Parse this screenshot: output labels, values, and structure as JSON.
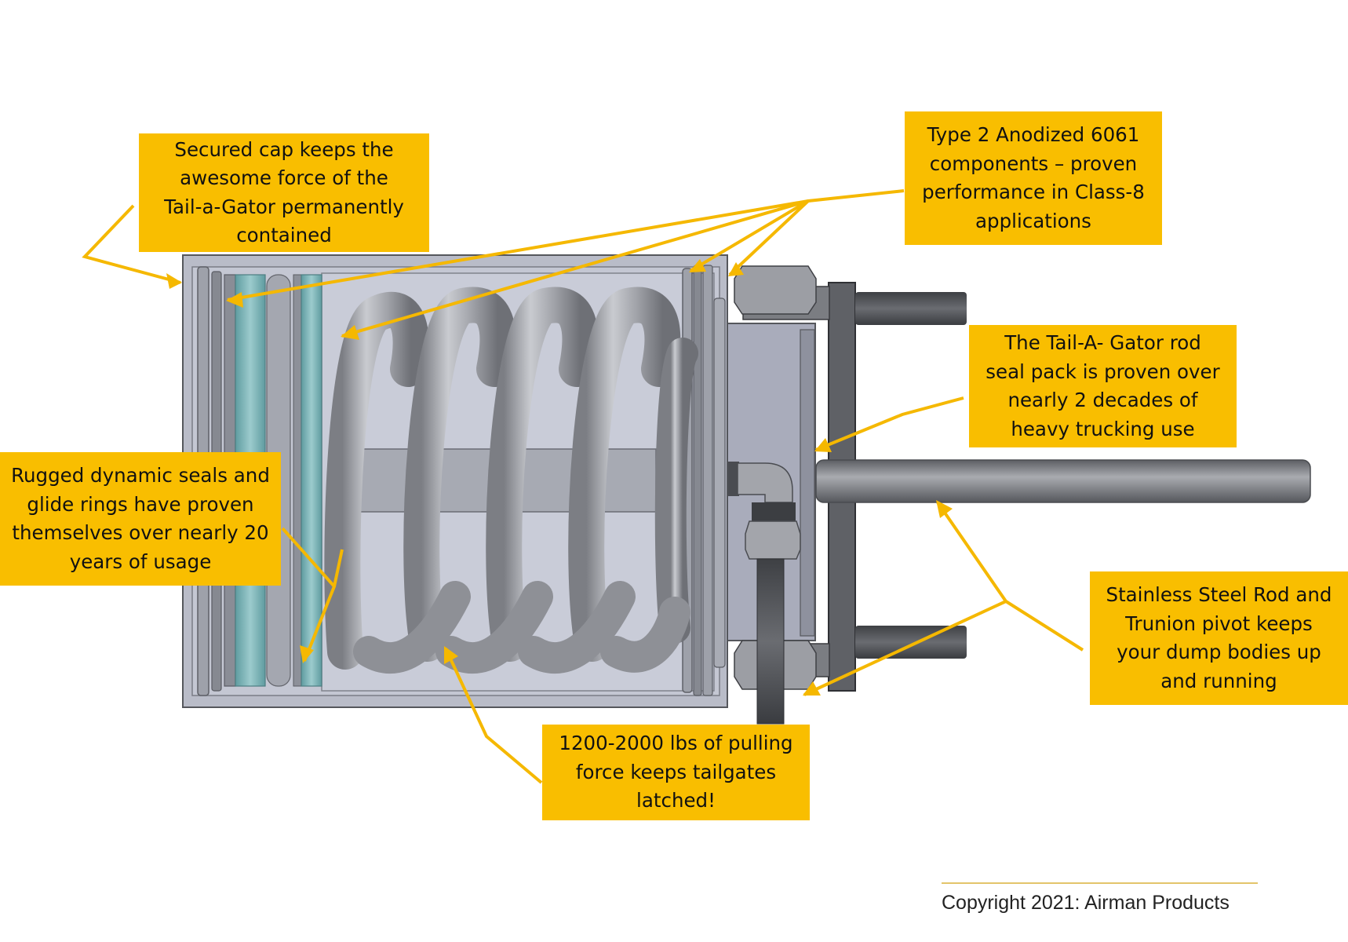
{
  "callouts": {
    "cap": {
      "lines": [
        "Secured cap keeps the",
        "awesome force of the",
        "Tail-a-Gator permanently",
        "contained"
      ]
    },
    "anodized": {
      "lines": [
        "Type 2 Anodized 6061",
        "components – proven",
        "performance in Class-8",
        "applications"
      ]
    },
    "seals": {
      "lines": [
        "Rugged dynamic seals and",
        "glide rings have proven",
        "themselves over nearly 20",
        "years of usage"
      ]
    },
    "rod_seal_pack": {
      "lines": [
        "The Tail-A- Gator rod",
        "seal pack is proven over",
        "nearly 2 decades of",
        "heavy trucking use"
      ]
    },
    "stainless": {
      "lines": [
        "Stainless Steel Rod and",
        "Trunion pivot keeps",
        "your dump bodies up",
        "and running"
      ]
    },
    "pulling_force": {
      "lines": [
        "1200-2000 lbs of pulling",
        "force keeps tailgates",
        "latched!"
      ]
    }
  },
  "copyright": "Copyright 2021: Airman Products",
  "colors": {
    "callout_fill": "#f9be00",
    "leader_line": "#f5b800",
    "housing": "#c3c6d2",
    "spring": "#9a9ca2",
    "glide_ring": "#7fb3b6",
    "hardware_dark": "#55575c"
  }
}
